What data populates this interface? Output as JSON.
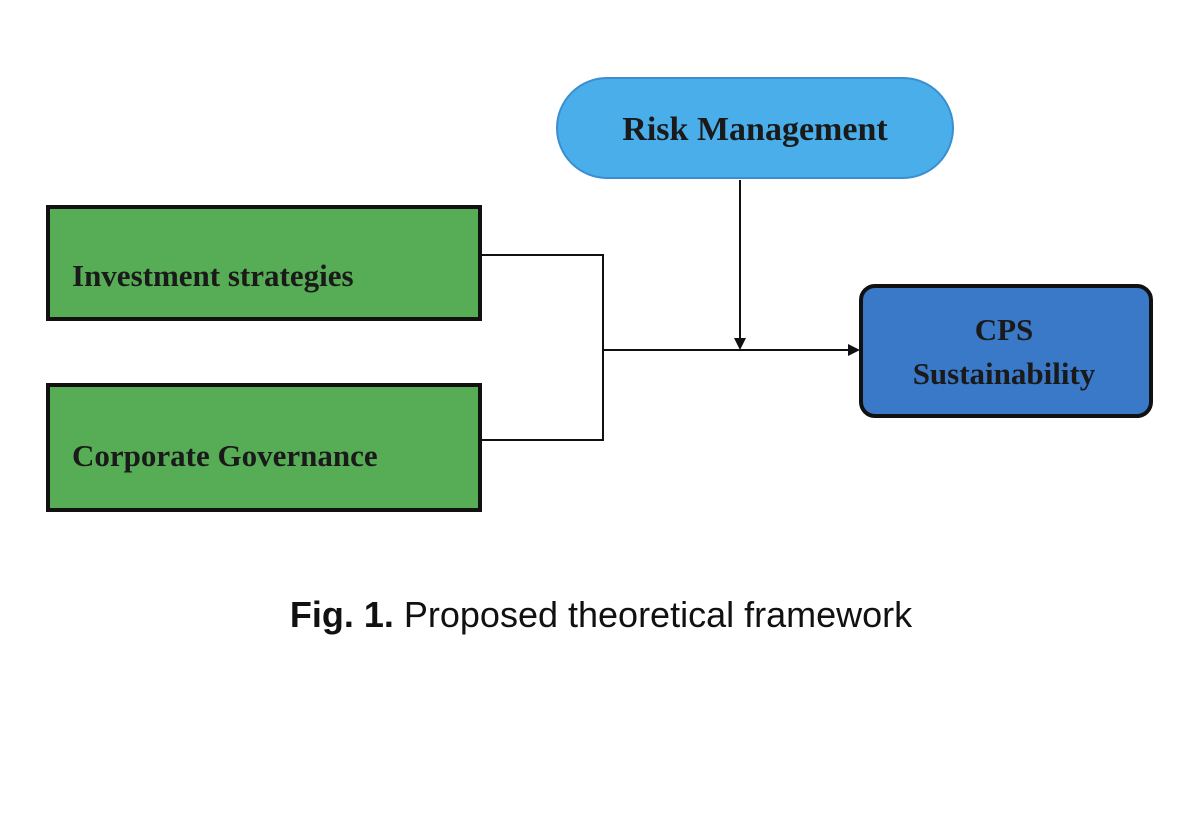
{
  "diagram": {
    "nodes": {
      "risk_management": {
        "label": "Risk Management",
        "fill": "#4aaeea",
        "stroke": "#3a8fd0"
      },
      "investment_strategies": {
        "label": "Investment strategies",
        "fill": "#56ad56",
        "stroke": "#111111"
      },
      "corporate_governance": {
        "label": "Corporate Governance",
        "fill": "#56ad56",
        "stroke": "#111111"
      },
      "cps_sustainability": {
        "line1": "CPS",
        "line2": "Sustainability",
        "fill": "#3a78c8",
        "stroke": "#111111"
      }
    },
    "edges": [
      {
        "from": "investment_strategies",
        "to": "cps_sustainability"
      },
      {
        "from": "corporate_governance",
        "to": "cps_sustainability"
      },
      {
        "from": "risk_management",
        "to": "edge-main",
        "type": "moderates"
      }
    ]
  },
  "caption": {
    "label": "Fig. 1.",
    "text": "Proposed theoretical framework"
  }
}
